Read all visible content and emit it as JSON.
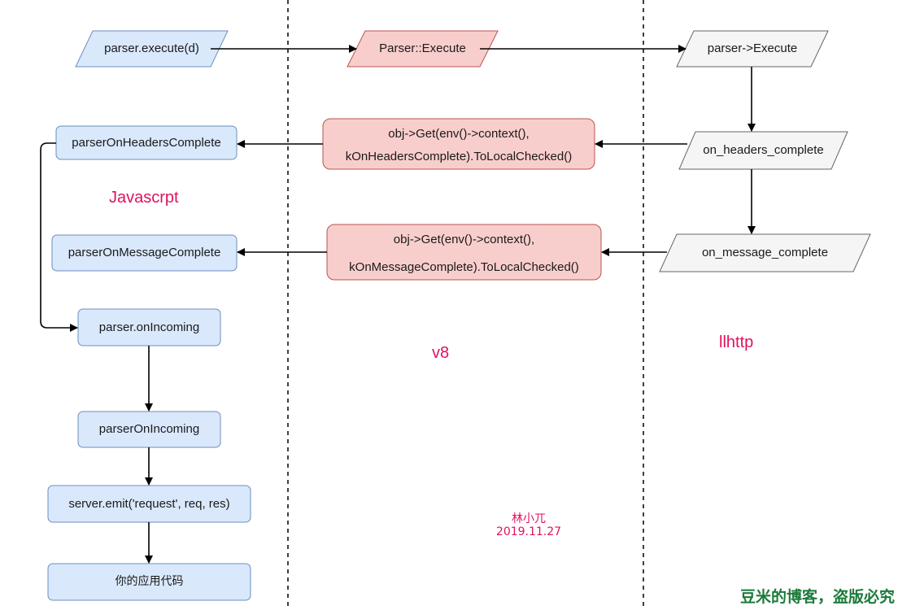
{
  "nodes": {
    "parser_execute_d": "parser.execute(d)",
    "parser_execute_cpp": "Parser::Execute",
    "parser_execute_llhttp": "parser->Execute",
    "on_headers_complete": "on_headers_complete",
    "on_message_complete": "on_message_complete",
    "v8_headers_line1": "obj->Get(env()->context(),",
    "v8_headers_line2": "kOnHeadersComplete).ToLocalChecked()",
    "v8_message_line1": "obj->Get(env()->context(),",
    "v8_message_line2": "kOnMessageComplete).ToLocalChecked()",
    "js_headers_complete": "parserOnHeadersComplete",
    "js_message_complete": "parserOnMessageComplete",
    "js_parser_on_incoming": "parser.onIncoming",
    "js_parser_on_incoming_fn": "parserOnIncoming",
    "js_server_emit": "server.emit('request', req, res)",
    "js_app_code": "你的应用代码"
  },
  "regions": {
    "javascript": "Javascrpt",
    "v8": "v8",
    "llhttp": "llhttp"
  },
  "author": {
    "name": "林小兀",
    "date": "2019.11.27"
  },
  "watermark": "豆米的博客，盗版必究",
  "colors": {
    "blue_fill": "#dae8fc",
    "blue_stroke": "#6c8ebf",
    "red_fill": "#f8cecc",
    "red_stroke": "#b85450",
    "gray_fill": "#f5f5f5",
    "gray_stroke": "#666666",
    "accent_text": "#e0115f",
    "watermark_text": "#1b7a3a"
  }
}
